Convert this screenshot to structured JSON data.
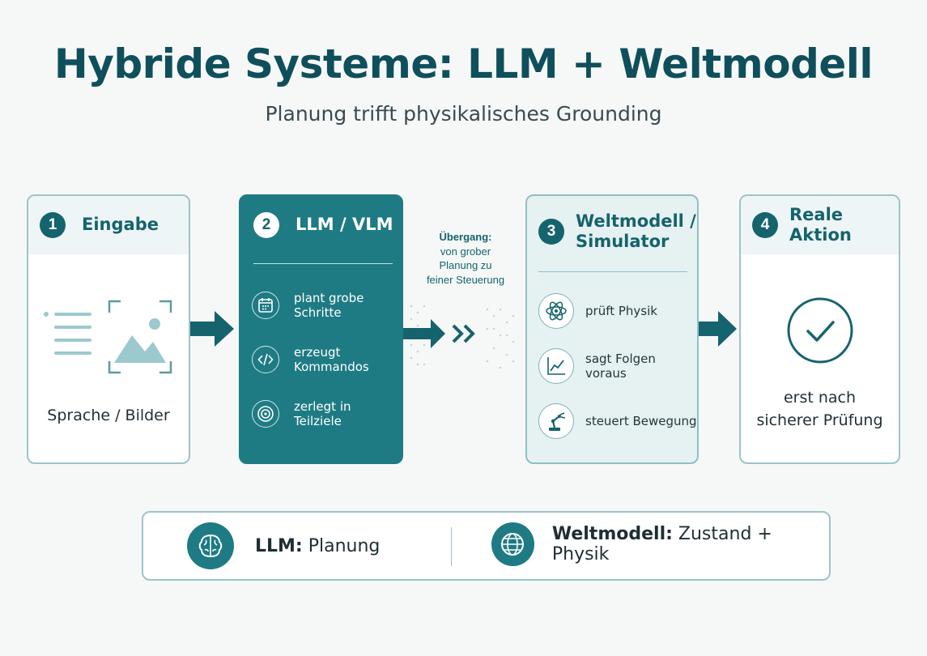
{
  "title": "Hybride Systeme: LLM + Weltmodell",
  "subtitle": "Planung trifft physikalisches Grounding",
  "steps": [
    {
      "number": "1",
      "label": "Eingabe",
      "caption": "Sprache / Bilder"
    },
    {
      "number": "2",
      "label": "LLM / VLM",
      "items": [
        {
          "icon": "calendar-icon",
          "text": "plant grobe Schritte"
        },
        {
          "icon": "code-icon",
          "text": "erzeugt Kommandos"
        },
        {
          "icon": "target-icon",
          "text": "zerlegt in Teilziele"
        }
      ]
    },
    {
      "number": "3",
      "label_line1": "Weltmodell /",
      "label_line2": "Simulator",
      "items": [
        {
          "icon": "atom-icon",
          "text": "prüft Physik"
        },
        {
          "icon": "line-chart-icon",
          "text": "sagt Folgen voraus"
        },
        {
          "icon": "robot-arm-icon",
          "text": "steuert Bewegung"
        }
      ]
    },
    {
      "number": "4",
      "label": "Reale Aktion",
      "caption_line1": "erst nach",
      "caption_line2": "sicherer Prüfung"
    }
  ],
  "transition": {
    "heading": "Übergang:",
    "line1": "von grober",
    "line2": "Planung zu",
    "line3": "feiner Steuerung"
  },
  "legend": {
    "llm": {
      "bold": "LLM:",
      "text": " Planung",
      "icon": "brain-icon"
    },
    "world": {
      "bold": "Weltmodell:",
      "text": " Zustand + Physik",
      "icon": "globe-icon"
    }
  },
  "colors": {
    "primary": "#1e7b84",
    "primary_dark": "#15636d",
    "border": "#9cc4c9",
    "tint": "#e6f1f2",
    "background": "#f6f8f8"
  }
}
